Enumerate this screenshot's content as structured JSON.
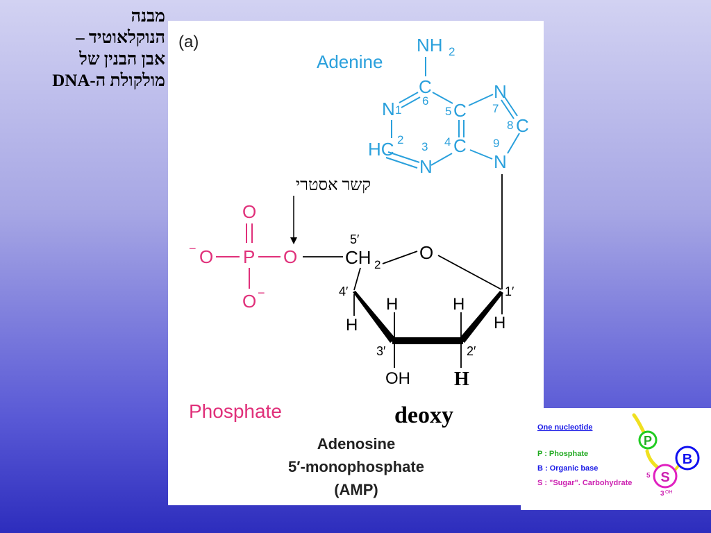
{
  "slide": {
    "title_lines": [
      "מבנה",
      "הנוקלאוטיד –",
      "אבן הבנין של",
      "מולקולת ה-DNA"
    ]
  },
  "figure": {
    "panel_label": "(a)",
    "base_name": "Adenine",
    "amine": "NH",
    "amine_sub": "2",
    "ring_atoms": {
      "n1": "N",
      "n1_num": "1",
      "c2": "HC",
      "c2_num": "2",
      "n3": "N",
      "n3_num": "3",
      "c4": "C",
      "c4_num": "4",
      "c5": "C",
      "c5_num": "5",
      "c6": "C",
      "c6_num": "6",
      "n7": "N",
      "n7_num": "7",
      "c8": "C",
      "c8_num": "8",
      "n9": "N",
      "n9_num": "9"
    },
    "ester_bond_label": "קשר אסטרי",
    "phosphate_atoms": {
      "o_top": "O",
      "o_left": "O",
      "charge": "−",
      "p": "P",
      "o_bridge": "O",
      "o_bottom": "O"
    },
    "sugar": {
      "c5_prime": "5′",
      "ch2": "CH",
      "ch2_sub": "2",
      "ring_o": "O",
      "c4_prime": "4′",
      "c1_prime": "1′",
      "c3_prime": "3′",
      "c2_prime": "2′",
      "h": "H",
      "oh": "OH"
    },
    "deoxy_h": "H",
    "deoxy_label": "deoxy",
    "phosphate_label": "Phosphate",
    "caption_lines": [
      "Adenosine",
      "5′-monophosphate",
      "(AMP)"
    ]
  },
  "legend": {
    "title": "One nucleotide",
    "items": [
      "P : Phosphate",
      "B : Organic base",
      "S : \"Sugar\". Carbohydrate"
    ],
    "symbols": {
      "p": "P",
      "b": "B",
      "s": "S"
    },
    "num5": "5",
    "num3": "3",
    "oh": "OH"
  },
  "colors": {
    "adenine": "#2aa0dc",
    "phosphate": "#e0307a",
    "bond": "#000000",
    "legend_link": "#1a1ae6",
    "legend_yellow": "#f0e020",
    "legend_green": "#22cc22",
    "legend_magenta": "#e020c0",
    "legend_blue": "#1010f0"
  }
}
